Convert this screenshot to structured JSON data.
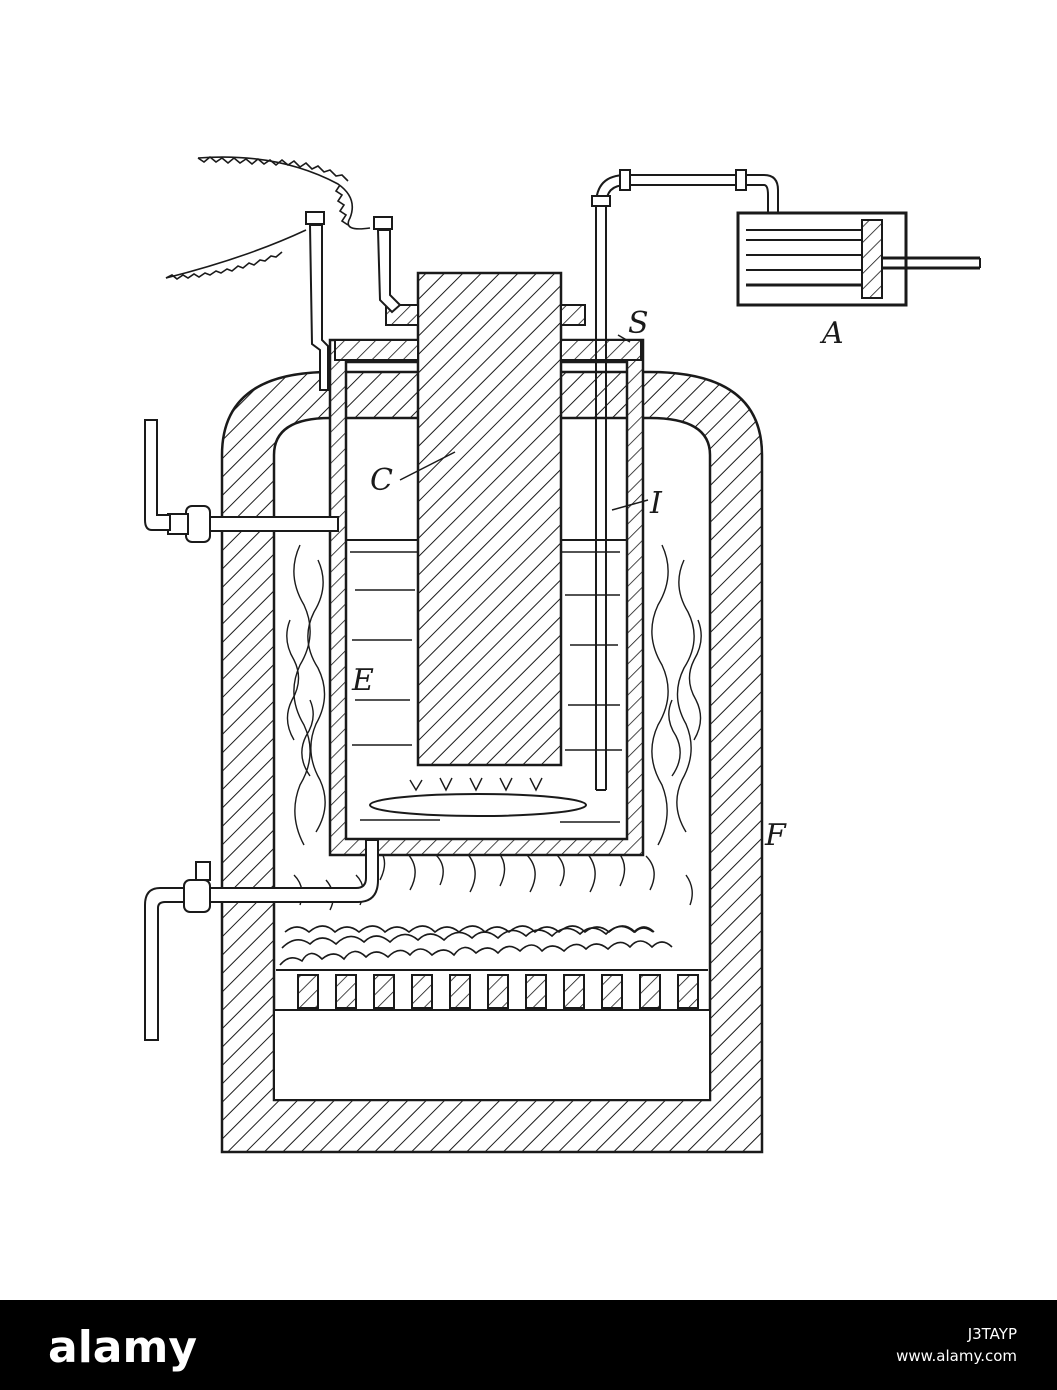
{
  "labels": {
    "S": "S",
    "A": "A",
    "C": "C",
    "I": "I",
    "E": "E",
    "F": "F"
  },
  "footer": {
    "brand": "alamy",
    "image_id": "J3TAYP",
    "url": "www.alamy.com"
  },
  "colors": {
    "ink": "#1a1a1a",
    "background": "#ffffff",
    "footer_bg": "#000000"
  }
}
